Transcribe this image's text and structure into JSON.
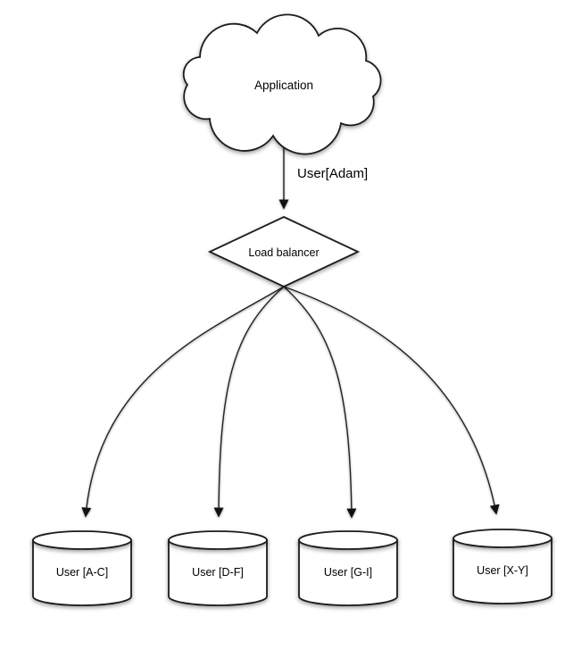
{
  "diagram": {
    "background_color": "#ffffff",
    "stroke_color": "#1c1c1c",
    "text_color": "#000000",
    "nodes": {
      "application": {
        "label": "Application",
        "shape": "cloud"
      },
      "load_balancer": {
        "label": "Load balancer",
        "shape": "diamond"
      },
      "shard_ac": {
        "label": "User [A-C]",
        "shape": "cylinder"
      },
      "shard_df": {
        "label": "User [D-F]",
        "shape": "cylinder"
      },
      "shard_gi": {
        "label": "User [G-I]",
        "shape": "cylinder"
      },
      "shard_xy": {
        "label": "User [X-Y]",
        "shape": "cylinder"
      }
    },
    "edges": {
      "app_to_lb": {
        "label": "User[Adam]",
        "from": "application",
        "to": "load_balancer"
      },
      "lb_to_shard_ac": {
        "from": "load_balancer",
        "to": "shard_ac"
      },
      "lb_to_shard_df": {
        "from": "load_balancer",
        "to": "shard_df"
      },
      "lb_to_shard_gi": {
        "from": "load_balancer",
        "to": "shard_gi"
      },
      "lb_to_shard_xy": {
        "from": "load_balancer",
        "to": "shard_xy"
      }
    }
  }
}
